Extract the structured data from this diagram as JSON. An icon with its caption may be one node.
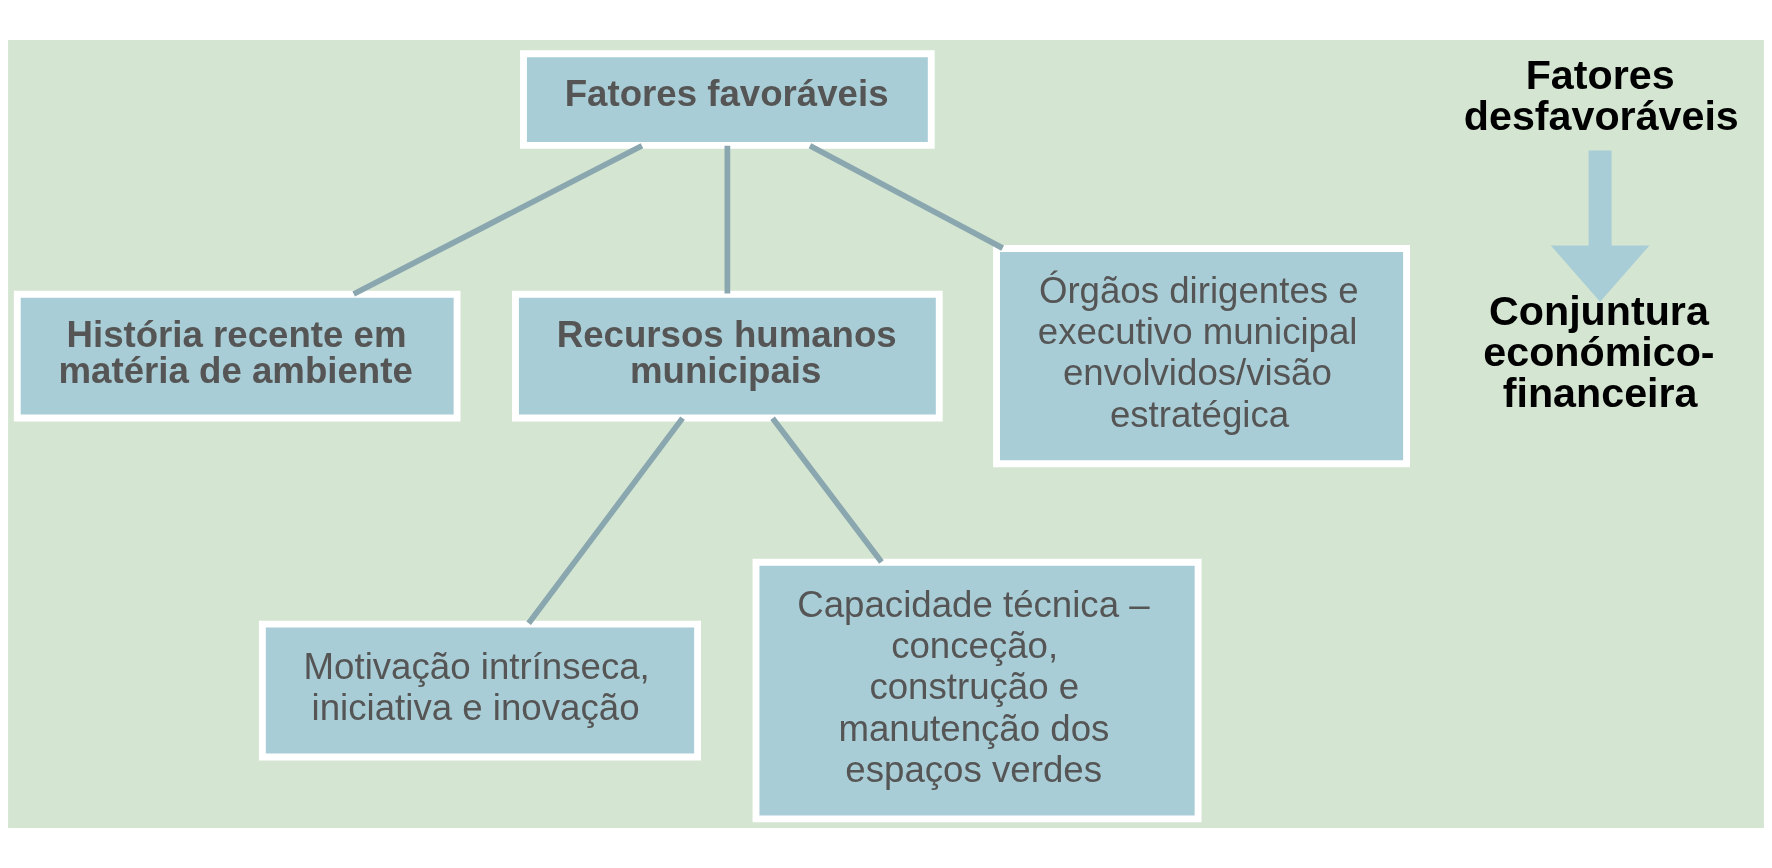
{
  "diagram": {
    "nodes": [
      {
        "text": [
          "Fatores favoráveis"
        ]
      },
      {
        "text": [
          "História recente em matéria de ambiente"
        ]
      },
      {
        "text": [
          "Recursos humanos municipais"
        ]
      },
      {
        "text": [
          "Órgãos dirigentes e executivo municipal envolvidos/visão estratégica"
        ]
      },
      {
        "text": [
          "Motivação intrínseca, iniciativa e inovação"
        ]
      },
      {
        "text": [
          "Capacidade técnica – conceção,  construção e manutenção dos espaços verdes"
        ]
      },
      {
        "text": [
          "Fatores desfavoráveis"
        ]
      },
      {
        "text": [
          "Conjuntura económico-financeira"
        ]
      }
    ],
    "edges": [
      {
        "from": 0,
        "to": 1,
        "arrow": "none"
      },
      {
        "from": 0,
        "to": 2,
        "arrow": "none"
      },
      {
        "from": 0,
        "to": 3,
        "arrow": "none"
      },
      {
        "from": 2,
        "to": 4,
        "arrow": "none"
      },
      {
        "from": 2,
        "to": 5,
        "arrow": "none"
      },
      {
        "from": 6,
        "to": 7,
        "arrow": "to",
        "style": "thick",
        "color": "#a9cdd6"
      }
    ]
  }
}
